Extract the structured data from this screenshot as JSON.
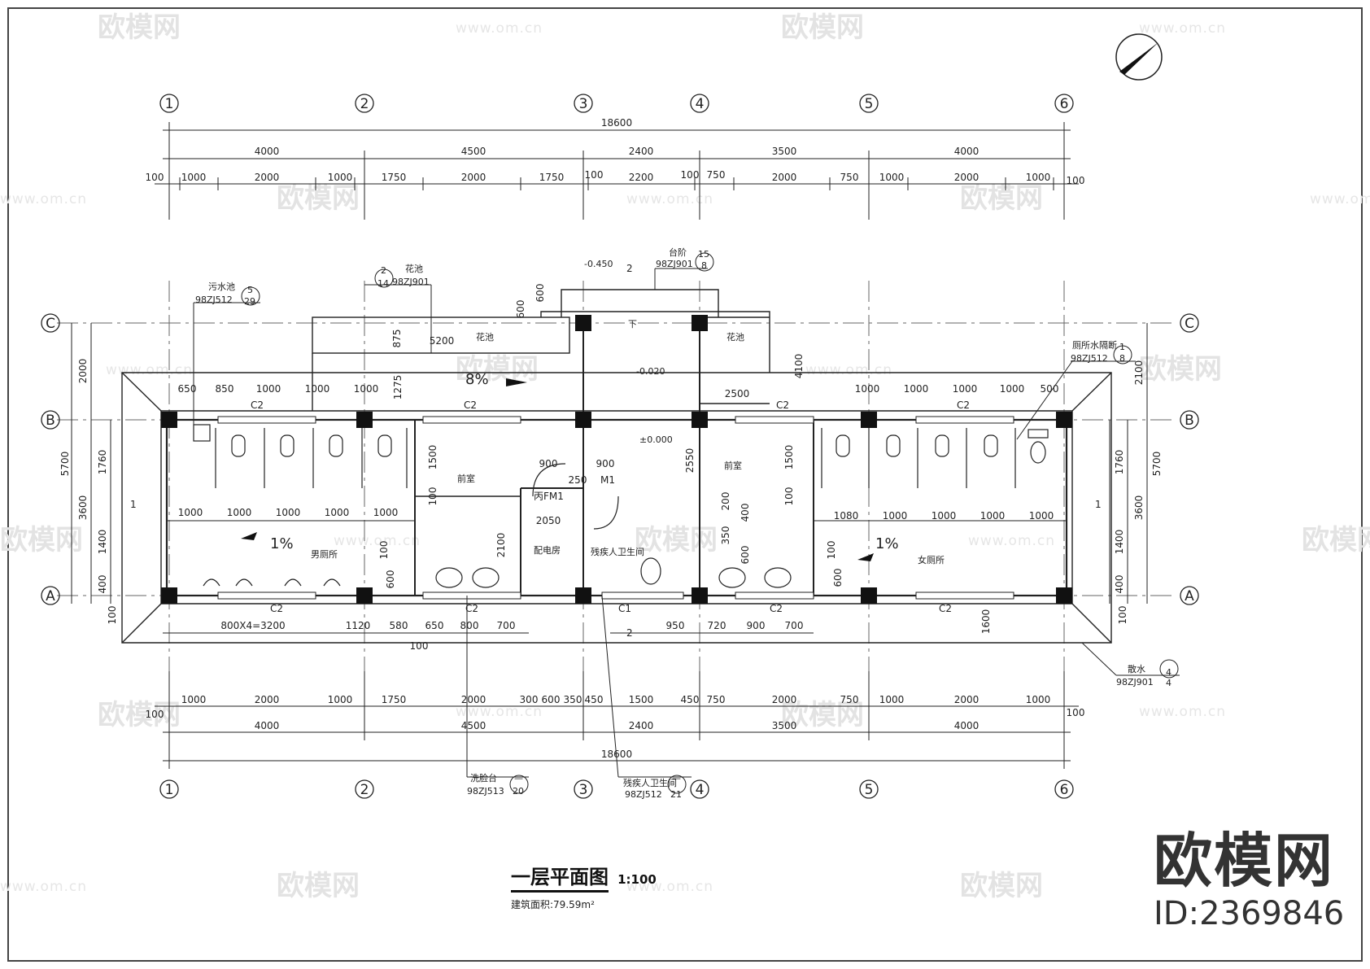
{
  "plan": {
    "title": "一层平面图",
    "scale": "1:100",
    "area": "建筑面积:79.59m²"
  },
  "brand": {
    "name": "欧模网",
    "id": "ID:2369846",
    "watermark": "欧模网",
    "watermark_url": "www.om.cn"
  },
  "axes": {
    "cols": [
      "1",
      "2",
      "3",
      "4",
      "5",
      "6"
    ],
    "rows": [
      "A",
      "B",
      "C"
    ]
  },
  "dims_top": {
    "total": "18600",
    "row1": [
      "4000",
      "4500",
      "2400",
      "3500",
      "4000"
    ],
    "row2": [
      "100",
      "1000",
      "2000",
      "1000",
      "1750",
      "2000",
      "1750",
      "100",
      "2200",
      "100",
      "750",
      "2000",
      "750",
      "1000",
      "2000",
      "1000",
      "100"
    ]
  },
  "dims_bottom": {
    "total": "18600",
    "row1": [
      "4000",
      "4500",
      "2400",
      "3500",
      "4000"
    ],
    "row2": [
      "100",
      "1000",
      "2000",
      "1000",
      "1750",
      "2000",
      "300",
      "600",
      "350",
      "450",
      "1500",
      "450",
      "750",
      "2000",
      "750",
      "1000",
      "2000",
      "1000",
      "100"
    ],
    "row3": [
      "800X4=3200",
      "1120",
      "580",
      "650",
      "800",
      "700",
      "950",
      "720",
      "900",
      "700"
    ],
    "row3b": [
      "100"
    ]
  },
  "dims_side": {
    "left": [
      "2000",
      "5700",
      "1760",
      "3600",
      "1400",
      "400",
      "100"
    ],
    "right": [
      "2100",
      "5700",
      "1760",
      "3600",
      "1400",
      "400",
      "100",
      "1600"
    ]
  },
  "inner_dims": {
    "top_left": [
      "650",
      "850",
      "1000",
      "1000",
      "1000",
      "1275"
    ],
    "top_right": [
      "1000",
      "1000",
      "1000",
      "1000",
      "500"
    ],
    "men_stalls": [
      "1000",
      "1000",
      "1000",
      "1000",
      "1000"
    ],
    "women_stalls": [
      "1080",
      "1000",
      "1000",
      "1000",
      "1000"
    ],
    "misc": [
      "875",
      "5200",
      "600",
      "600",
      "4100",
      "2500",
      "900",
      "900",
      "250",
      "2050",
      "2550",
      "1500",
      "1500",
      "100",
      "100",
      "2100",
      "100",
      "600",
      "200",
      "400",
      "350",
      "600",
      "100",
      "600"
    ]
  },
  "rooms": {
    "men": "男厕所",
    "women": "女厕所",
    "front_left": "前室",
    "front_right": "前室",
    "power": "配电房",
    "accessible": "残疾人卫生间",
    "planter_left": "花池",
    "planter_right": "花池"
  },
  "labels": {
    "sewage": "污水池",
    "sewage_ref": "98ZJ512",
    "sewage_no": "5",
    "sewage_pg": "29",
    "planter": "花池",
    "planter_ref": "98ZJ901",
    "planter_no": "2",
    "planter_pg": "14",
    "step": "台阶",
    "step_ref": "98ZJ901",
    "step_no": "15",
    "step_pg": "8",
    "partition": "厕所水隔断",
    "partition_ref": "98ZJ512",
    "partition_no": "1",
    "partition_pg": "8",
    "apron": "散水",
    "apron_ref": "98ZJ901",
    "apron_no": "4",
    "apron_pg": "4",
    "basin": "洗脸台",
    "basin_ref": "98ZJ513",
    "basin_no": "—",
    "basin_pg": "20",
    "acc": "残疾人卫生间",
    "acc_ref": "98ZJ512",
    "acc_no": "—",
    "acc_pg": "21",
    "lvl1": "-0.450",
    "lvl2": "-0.020",
    "lvl3": "±0.000",
    "slope1": "8%",
    "slope2": "1%",
    "slope3": "1%",
    "down": "下",
    "sec": "2",
    "sec1": "1",
    "c1": "C1",
    "c2": "C2",
    "m1": "M1",
    "fm1": "丙FM1"
  }
}
